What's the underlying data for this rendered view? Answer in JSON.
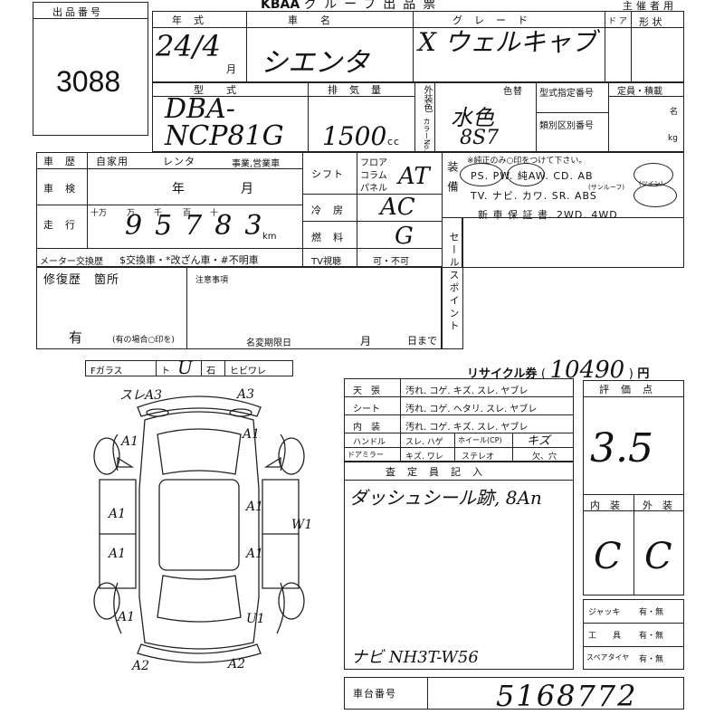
{
  "header": {
    "org_fragment": "KBAA",
    "form_title": "グループ出品票",
    "owner_label": "主催者用",
    "lot_label": "出品番号",
    "lot_number": "3088"
  },
  "col_headers": {
    "year": "年　式",
    "name": "車　　名",
    "grade": "グ　レ　ー　ド",
    "doors": "ド ア",
    "shape": "形 状"
  },
  "vehicle": {
    "year_handwritten": "24/4",
    "month_label": "月",
    "name_handwritten": "シエンタ",
    "grade_handwritten": "X ウェルキャブ",
    "model_label": "型　　式",
    "model_handwritten": "DBA- NCP81G",
    "displacement_label": "排　気　量",
    "displacement_handwritten": "1500",
    "cc_label": "cc",
    "color_side_label": "外装色",
    "color_label": "色替",
    "color_handwritten": "水色",
    "color_code_label": "カラーNo.",
    "color_code_handwritten": "8S7",
    "type_designation_label": "型式指定番号",
    "class_label": "類別区別番号",
    "capacity_label": "定員・積載",
    "capacity_unit_people": "名",
    "capacity_unit_kg": "kg"
  },
  "history": {
    "label": "車　歴",
    "options": [
      "自家用",
      "レンタ",
      "事業,営業車"
    ],
    "inspection_label": "車　検",
    "inspection_year": "年",
    "inspection_month": "月",
    "mileage_label": "走　行",
    "mileage_units": [
      "十万",
      "万",
      "千",
      "百",
      "十"
    ],
    "mileage_handwritten": "95783",
    "km_label": "km",
    "meter_label": "メーター交換歴",
    "meter_options": "$交換車・*改ざん車・#不明車"
  },
  "shift": {
    "label": "シフト",
    "floor": "フロア",
    "column": "コラム",
    "panel": "パネル",
    "shift_handwritten": "AT",
    "ac_label": "冷　房",
    "ac_handwritten": "AC",
    "fuel_label": "燃　料",
    "fuel_handwritten": "G",
    "tv_label": "TV視聴",
    "tv_value": "可・不可"
  },
  "equipment": {
    "label": "装備",
    "note": "※純正のみ○印をつけて下さい。",
    "row1": "PS.  PW.  純AW.  CD.  AB",
    "row1_sub": "(ツイン)",
    "row2": "TV.  ナビ.  カワ.  SR.  ABS",
    "row2_sub": "(サンルーフ)",
    "row3": "新 車 保 証 書.  2WD.  4WD"
  },
  "sale_point_label": "セールスポイント",
  "repair": {
    "label": "修復歴　箇所",
    "has_label": "有",
    "has_note": "(有の場合○印を)",
    "notes_label": "注意事項",
    "name_change_label": "名変期限日",
    "name_change_month": "月",
    "name_change_day": "日まで"
  },
  "glass": {
    "cells": [
      "Fガラス",
      "ト",
      "石",
      "ヒビワレ"
    ],
    "mark": "U"
  },
  "diagram_marks": [
    "スレA3",
    "A3",
    "A1",
    "A1",
    "A1",
    "A1",
    "A1",
    "A1",
    "W1",
    "U1",
    "A1",
    "A2",
    "A2"
  ],
  "recycle": {
    "label": "リサイクル券",
    "amount_handwritten": "10490",
    "unit": "円"
  },
  "interior_table": [
    {
      "label": "天　張",
      "options": "汚れ. コゲ. キズ. スレ. ヤブレ"
    },
    {
      "label": "シート",
      "options": "汚れ. コゲ. ヘタリ. スレ. ヤブレ"
    },
    {
      "label": "内　装",
      "options": "汚れ. コゲ. キズ. スレ. ヤブレ"
    },
    {
      "label": "ハンドル",
      "options": "スレ. ハゲ"
    },
    {
      "label": "ドアミラー",
      "options": "キズ. ワレ"
    }
  ],
  "interior_extra": {
    "wheel": "ホイール(CP)",
    "wheel_mark": "キズ",
    "stereo": "ステレオ",
    "missing": "欠、穴"
  },
  "inspector": {
    "label": "査　定　員　記　入",
    "note_handwritten": "ダッシュシール跡, 8An",
    "navi_handwritten": "ナビ NH3T-W56"
  },
  "score": {
    "label": "評　価　点",
    "value_handwritten": "3.5",
    "interior_label": "内　装",
    "exterior_label": "外　装",
    "interior_grade": "C",
    "exterior_grade": "C"
  },
  "accessories": [
    {
      "label": "ジャッキ",
      "value": "有・無"
    },
    {
      "label": "工　　具",
      "value": "有・無"
    },
    {
      "label": "スペアタイヤ",
      "value": "有・無"
    }
  ],
  "chassis": {
    "label": "車台番号",
    "number_handwritten": "5168772"
  }
}
